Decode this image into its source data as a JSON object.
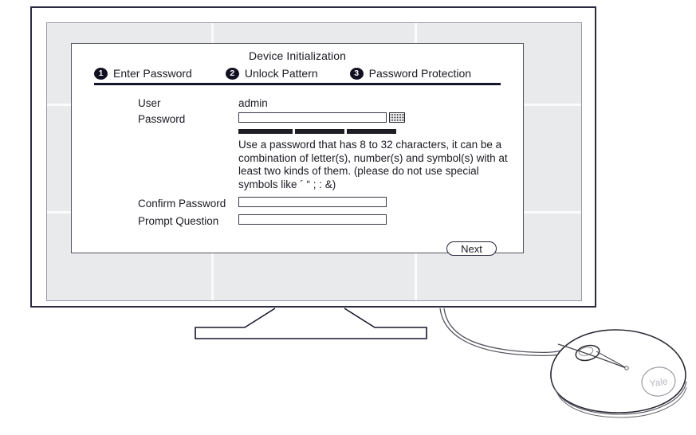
{
  "dialog": {
    "title": "Device Initialization",
    "steps": [
      {
        "number": "1",
        "label": "Enter Password"
      },
      {
        "number": "2",
        "label": "Unlock Pattern"
      },
      {
        "number": "3",
        "label": "Password Protection"
      }
    ],
    "fields": {
      "user_label": "User",
      "user_value": "admin",
      "password_label": "Password",
      "password_value": "",
      "password_placeholder": "",
      "confirm_password_label": "Confirm Password",
      "confirm_password_value": "",
      "prompt_question_label": "Prompt Question",
      "prompt_question_value": ""
    },
    "hint": "Use a password that has 8 to 32 characters, it can be a combination of letter(s), number(s) and symbol(s) with at least two kinds of them. (please do not use special symbols like ´ “ ; : &)",
    "next_label": "Next",
    "password_strength_segments": 3,
    "reveal_icon": "eye-toggle-icon"
  },
  "device": {
    "monitor": "monitor-illustration",
    "stand": "monitor-stand",
    "mouse": "computer-mouse-illustration",
    "mouse_logo": "brand-logo",
    "cable": "mouse-cable"
  },
  "colors": {
    "outline": "#2a2a40",
    "screen_background": "#e8eaec",
    "dialog_background": "#ffffff",
    "badge": "#111122",
    "strength_bar": "#1e1e24"
  }
}
